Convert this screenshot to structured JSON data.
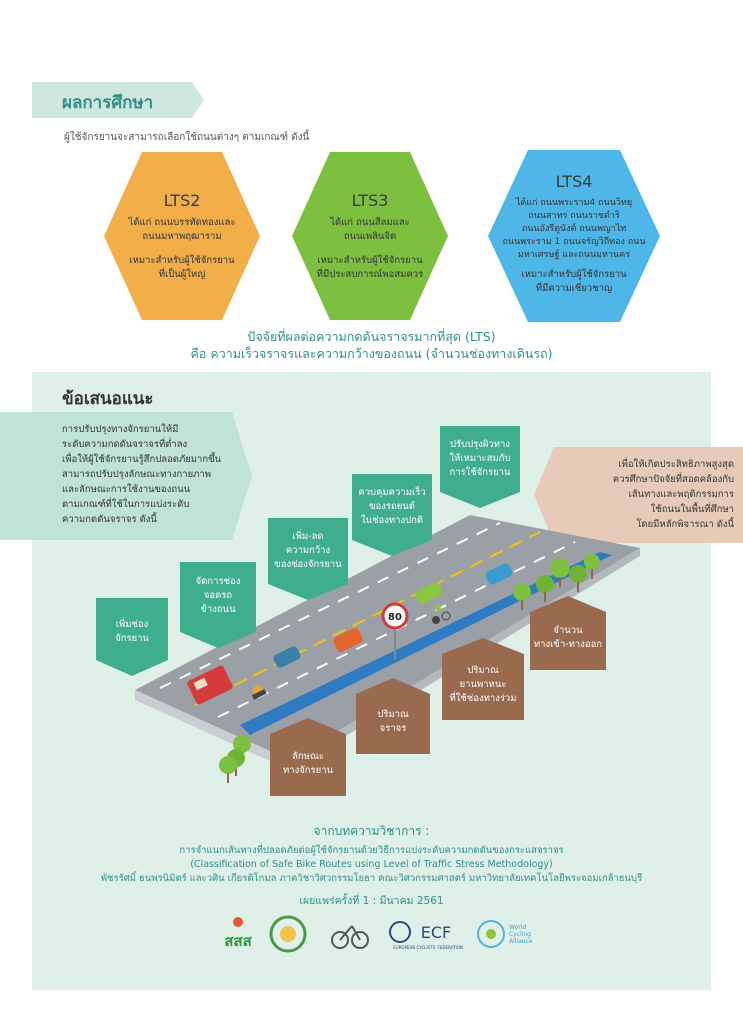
{
  "results": {
    "tag": "ผลการศึกษา",
    "intro": "ผู้ใช้จักรยานจะสามารถเลือกใช้ถนนต่างๆ ตามเกณฑ์ ดังนี้"
  },
  "lts": [
    {
      "level": "LTS2",
      "desc_lines": [
        "ได้แก่ ถนนบรรทัดทองและ",
        "ถนนมหาพฤฒาราม",
        "",
        ""
      ],
      "suit_lines": [
        "เหมาะสำหรับผู้ใช้จักรยาน",
        "ที่เป็นผู้ใหญ่"
      ],
      "color": "#f2ae48"
    },
    {
      "level": "LTS3",
      "desc_lines": [
        "ได้แก่ ถนนสีลมและ",
        "ถนนเพลินจิต",
        "",
        ""
      ],
      "suit_lines": [
        "เหมาะสำหรับผู้ใช้จักรยาน",
        "ที่มีประสบการณ์พอสมควร"
      ],
      "color": "#7dbf3f"
    },
    {
      "level": "LTS4",
      "desc_lines": [
        "ได้แก่ ถนนพระราม4 ถนนวิทยุ",
        "ถนนสาทร ถนนราชดำริ",
        "ถนนอังรีดูนังต์ ถนนพญาไท",
        "ถนนพระราม 1 ถนนจรัญวิถีทอง ถนนมหาเศรษฐ์ และถนนมหานคร"
      ],
      "suit_lines": [
        "เหมาะสำหรับผู้ใช้จักรยาน",
        "ที่มีความเชี่ยวชาญ"
      ],
      "color": "#4fb6e8"
    }
  ],
  "factor": {
    "line1": "ปัจจัยที่ผลต่อความกดดันจราจรมากที่สุด (LTS)",
    "line2": "คือ ความเร็วจราจรและความกว้างของถนน (จำนวนช่องทางเดินรถ)"
  },
  "recommend": {
    "title": "ข้อเสนอแนะ",
    "left_lines": [
      "การปรับปรุงทางจักรยานให้มี",
      "ระดับความกดดันจราจรที่ต่ำลง",
      "เพื่อให้ผู้ใช้จักรยานรู้สึกปลอดภัยมากขึ้น",
      "สามารถปรับปรุงลักษณะทางกายภาพ",
      "และลักษณะการใช้งานของถนน",
      "ตามเกณฑ์ที่ใช้ในการแบ่งระดับ",
      "ความกดดันจราจร ดังนี้"
    ],
    "right_lines": [
      "เพื่อให้เกิดประสิทธิภาพสูงสุด",
      "ควรศึกษาปัจจัยที่สอดคล้องกับ",
      "เส้นทางและพฤติกรรมการ",
      "ใช้ถนนในพื้นที่ศึกษา",
      "โดยมีหลักพิจารณา ดังนี้"
    ],
    "speed_sign": "80",
    "signs": [
      {
        "lines": [
          "เพิ่มช่อง",
          "จักรยาน"
        ]
      },
      {
        "lines": [
          "จัดการช่อง",
          "จอดรถ",
          "ข้างถนน"
        ]
      },
      {
        "lines": [
          "เพิ่ม-ลด",
          "ความกว้าง",
          "ของช่องจักรยาน"
        ]
      },
      {
        "lines": [
          "ควบคุมความเร็ว",
          "ของรถยนต์",
          "ในช่องทางปกติ"
        ]
      },
      {
        "lines": [
          "ปรับปรุงผิวทาง",
          "ให้เหมาะสมกับ",
          "การใช้จักรยาน"
        ]
      },
      {
        "lines": [
          "ลักษณะ",
          "ทางจักรยาน"
        ]
      },
      {
        "lines": [
          "ปริมาณ",
          "จราจร"
        ]
      },
      {
        "lines": [
          "ปริมาณ",
          "ยานพาหนะ",
          "ที่ใช้ช่องทางร่วม"
        ]
      },
      {
        "lines": [
          "จำนวน",
          "ทางเข้า-ทางออก"
        ]
      }
    ]
  },
  "source": {
    "heading": "จากบทความวิชาการ :",
    "title_th": "การจำแนกเส้นทางที่ปลอดภัยต่อผู้ใช้จักรยานด้วยวิธีการแบ่งระดับความกดดันของกระแสจราจร",
    "title_en": "(Classification of Safe Bike Routes using Level of Traffic Stress Methodology)",
    "authors": "พัชรรัศมิ์ ธนพรนิมิตร์ และวศิน เกียรติโกมล ภาควิชาวิศวกรรมโยธา คณะวิศวกรรมศาสตร์ มหาวิทยาลัยเทคโนโลยีพระจอมเกล้าธนบุรี",
    "published": "เผยแพร่ครั้งที่ 1 : มีนาคม 2561"
  },
  "logos": {
    "sss_text": "สสส",
    "ecf_text": "ECF",
    "ecf_sub": "EUROPEAN CYCLISTS' FEDERATION",
    "wca_lines": [
      "World",
      "Cycling",
      "Alliance"
    ]
  },
  "colors": {
    "teal": "#2f8f88",
    "panel": "#dff0e9",
    "brown": "#9a6a4e",
    "tag_bg": "#cfe8df",
    "right_box": "#e7cbb8"
  }
}
